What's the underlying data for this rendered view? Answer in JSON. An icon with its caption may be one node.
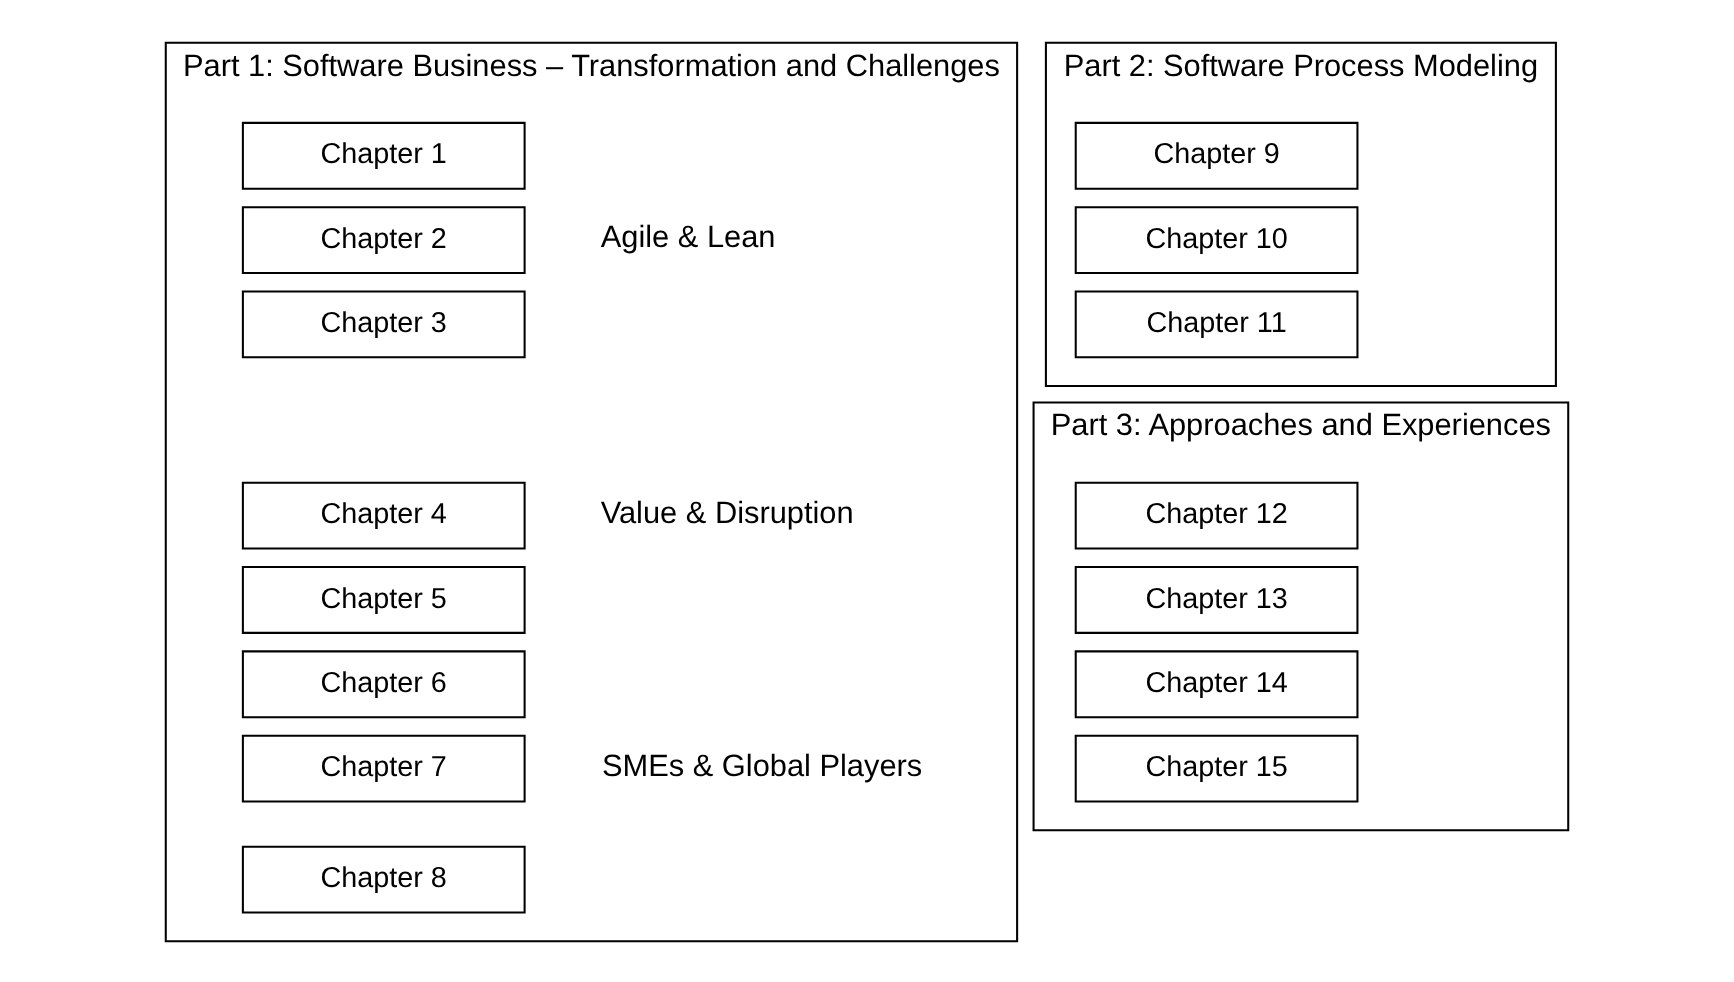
{
  "diagram": {
    "nodes": [
      {
        "text": [
          "Part 1: Software Business – Transformation and Challenges"
        ]
      },
      {
        "text": [
          "Chapter 1"
        ],
        "in": 0
      },
      {
        "text": [
          "Chapter 2"
        ],
        "in": 0
      },
      {
        "text": [
          "Chapter 3"
        ],
        "in": 0
      },
      {
        "text": [
          "Chapter 4"
        ],
        "in": 0
      },
      {
        "text": [
          "Chapter 5"
        ],
        "in": 0
      },
      {
        "text": [
          "Chapter 6"
        ],
        "in": 0
      },
      {
        "text": [
          "Chapter 7"
        ],
        "in": 0
      },
      {
        "text": [
          "Chapter 8"
        ],
        "in": 0
      },
      {
        "text": [
          "Part 2: Software Process Modeling"
        ]
      },
      {
        "text": [
          "Chapter 9"
        ],
        "in": 9
      },
      {
        "text": [
          "Chapter 10"
        ],
        "in": 9
      },
      {
        "text": [
          "Chapter 11"
        ],
        "in": 9
      },
      {
        "text": [
          "Part 3: Approaches and Experiences"
        ]
      },
      {
        "text": [
          "Chapter 12"
        ],
        "in": 13
      },
      {
        "text": [
          "Chapter 13"
        ],
        "in": 13
      },
      {
        "text": [
          "Chapter 14"
        ],
        "in": 13
      },
      {
        "text": [
          "Chapter 15"
        ],
        "in": 13
      }
    ],
    "labels": [
      "Agile & Lean",
      "Value & Disruption",
      "SMEs & Global Players"
    ]
  }
}
